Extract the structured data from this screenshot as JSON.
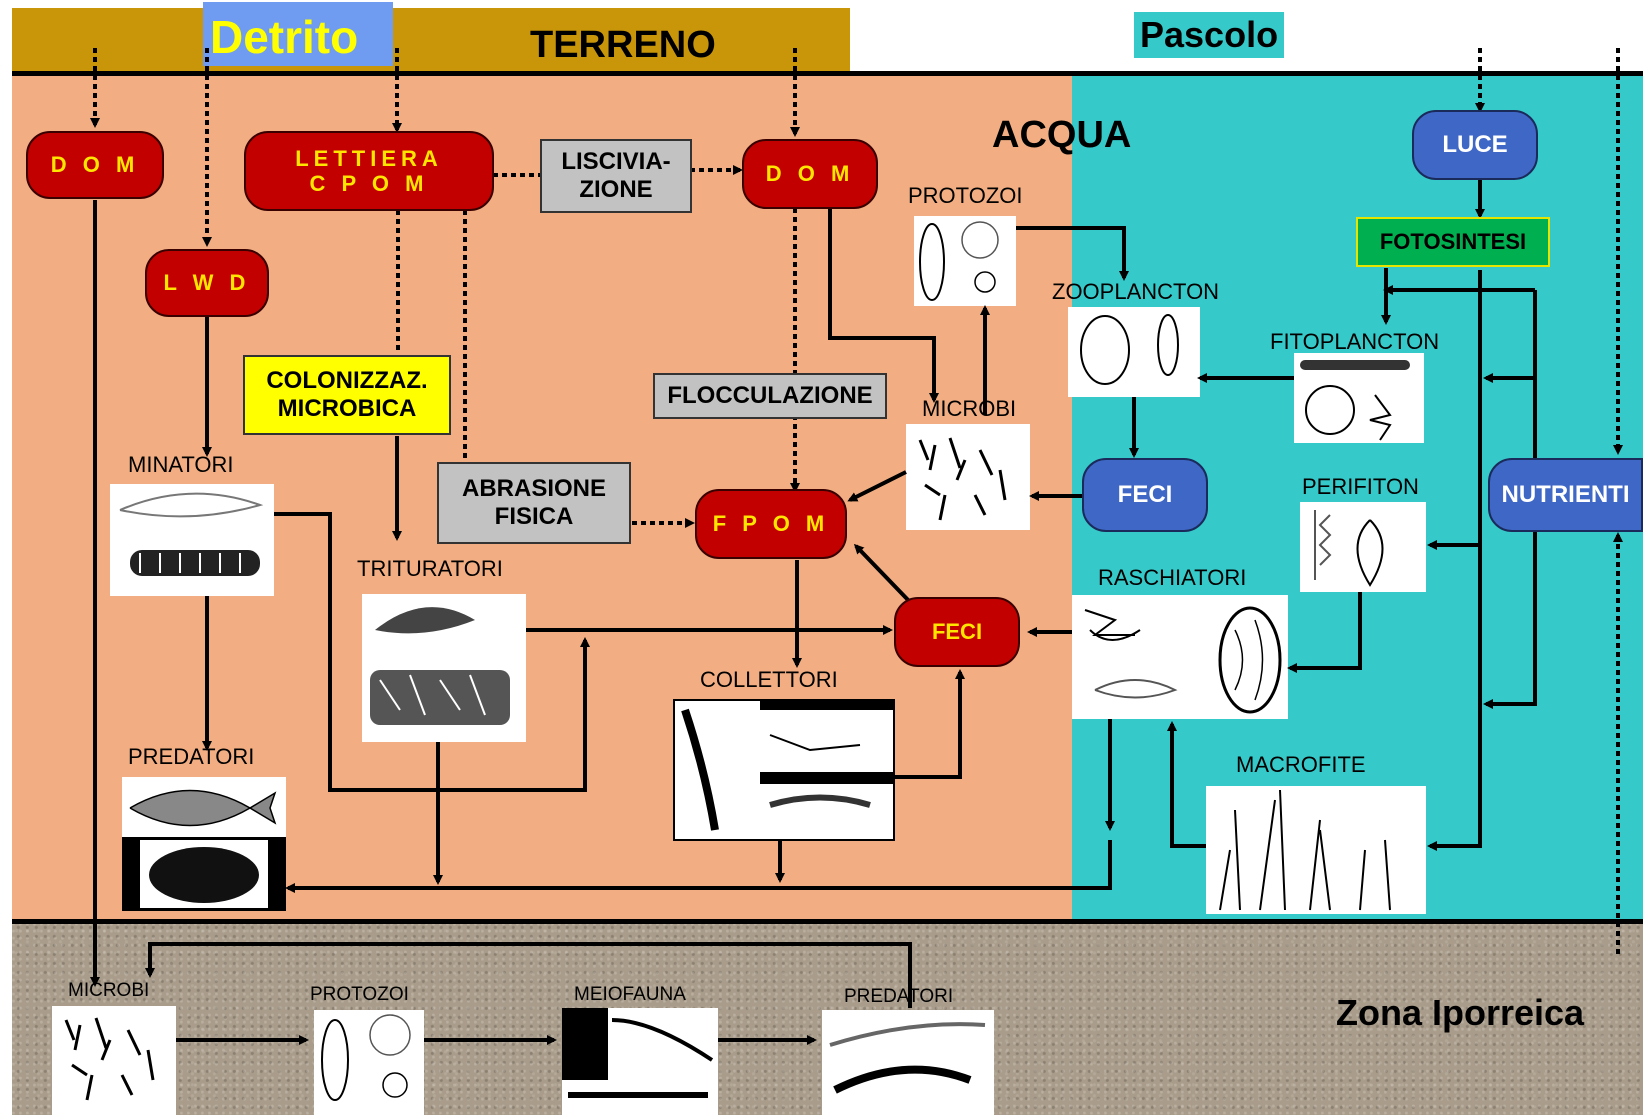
{
  "colors": {
    "terreno": "#c89608",
    "detrito": "#6f9cf0",
    "water_left": "#f2ae82",
    "water_right": "#36c9c9",
    "red_node": "#c20000",
    "blue_node": "#3f67c6",
    "gray_box": "#c2c2c2",
    "yellow_box": "#ffff00",
    "green_box": "#00b050"
  },
  "headers": {
    "detrito": "Detrito",
    "terreno": "TERRENO",
    "pascolo": "Pascolo",
    "acqua": "ACQUA",
    "zona_iporreica": "Zona Iporreica"
  },
  "nodes": {
    "dom_left": "D O M",
    "lettiera": "LETTIERA\nC P O M",
    "lisciviazione": "LISCIVIA-\nZIONE",
    "dom_center": "D O M",
    "lwd": "L W D",
    "colonizzazione": "COLONIZZAZ.\nMICROBICA",
    "flocculazione": "FLOCCULAZIONE",
    "abrasione": "ABRASIONE\nFISICA",
    "fpom": "F P O M",
    "feci_red": "FECI",
    "feci_blue": "FECI",
    "luce": "LUCE",
    "fotosintesi": "FOTOSINTESI",
    "nutrienti": "NUTRIENTI"
  },
  "organisms": {
    "protozoi": "PROTOZOI",
    "zooplancton": "ZOOPLANCTON",
    "fitoplancton": "FITOPLANCTON",
    "microbi": "MICROBI",
    "perifiton": "PERIFITON",
    "minatori": "MINATORI",
    "trituratori": "TRITURATORI",
    "raschiatori": "RASCHIATORI",
    "collettori": "COLLETTORI",
    "predatori": "PREDATORI",
    "macrofite": "MACROFITE"
  },
  "hyporheic": {
    "microbi": "MICROBI",
    "protozoi": "PROTOZOI",
    "meiofauna": "MEIOFAUNA",
    "predatori": "PREDATORI"
  },
  "icons": [
    "microbe-illustration",
    "protozoa-illustration",
    "zooplankton-illustration",
    "phytoplankton-illustration",
    "periphyton-illustration",
    "larva-illustration",
    "amphipod-illustration",
    "fish-illustration",
    "beetle-illustration",
    "snail-illustration",
    "plant-illustration",
    "worm-illustration"
  ]
}
